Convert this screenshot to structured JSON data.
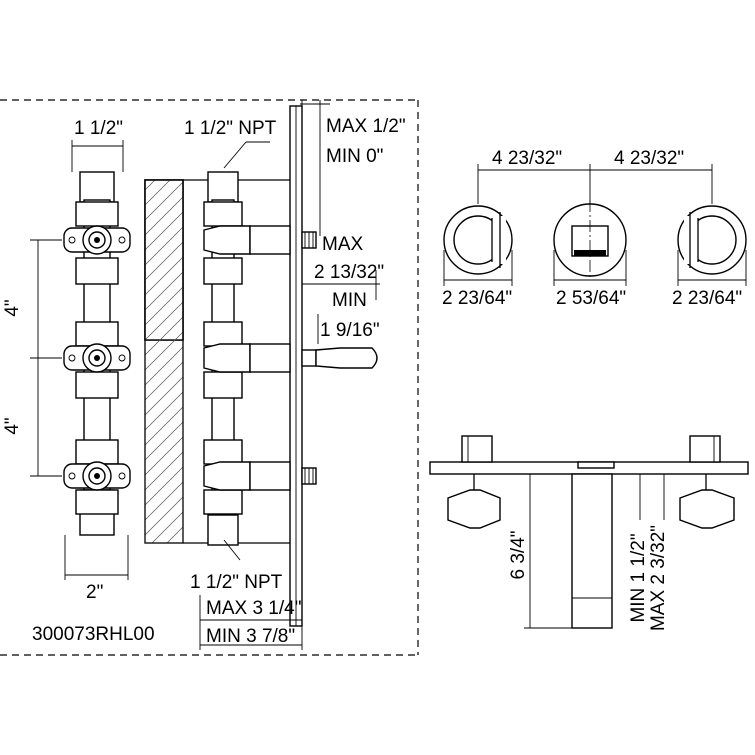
{
  "labels": {
    "pipe_width_top": "1 1/2\"",
    "npt_top": "1 1/2\" NPT",
    "max_wall_top": "MAX 1/2\"",
    "min_wall_top": "MIN 0\"",
    "spacing_4_upper": "4\"",
    "spacing_4_lower": "4\"",
    "max_label": "MAX",
    "max_value": "2 13/32\"",
    "min_label": "MIN",
    "min_value": "1 9/16\"",
    "pipe_width_bottom": "2\"",
    "npt_bottom": "1 1/2\" NPT",
    "max_depth": "MAX 3 1/4\"",
    "min_depth": "MIN 3 7/8\"",
    "model_number": "300073RHL00",
    "front_spacing_left": "4 23/32\"",
    "front_spacing_right": "4 23/32\"",
    "handle_left_dia": "2 23/64\"",
    "spout_dia": "2 53/64\"",
    "handle_right_dia": "2 23/64\"",
    "spout_height": "6 3/4\"",
    "min_extension": "MIN 1 1/2\"",
    "max_extension": "MAX 2 3/32\""
  }
}
